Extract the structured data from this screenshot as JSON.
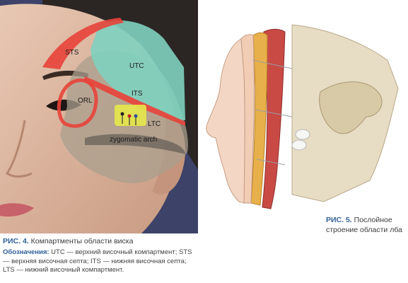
{
  "figure4": {
    "labels": {
      "sts": "STS",
      "utc": "UTC",
      "orl": "ORL",
      "its": "ITS",
      "ltc": "LTC",
      "zygomatic": "zygomatic arch"
    },
    "caption_number": "РИС. 4.",
    "caption_text": "Компартменты области виска",
    "legend_heading": "Обозначения:",
    "legend_text": "UTC — верхний височный компартмент; STS — верхняя височная септа; ITS — нижняя височная септа; LTS — нижний височный компартмент."
  },
  "figure5": {
    "caption_number": "РИС. 5.",
    "caption_text": "Послойное строение области лба"
  },
  "colors": {
    "utc_overlay": "#7fd1c0",
    "septa": "#e8433a",
    "gray_overlay": "#a99f8e",
    "ltc_yellow": "#e6e84a",
    "caption_blue": "#2e5f97"
  }
}
